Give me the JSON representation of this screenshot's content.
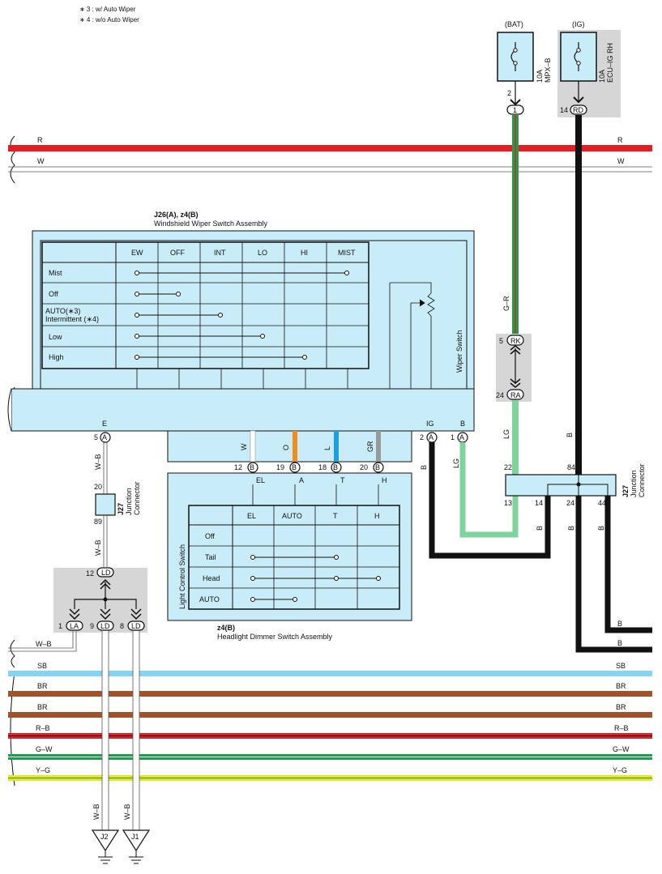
{
  "notes": [
    "∗ 3 : w/ Auto Wiper",
    "∗ 4 : w/o Auto Wiper"
  ],
  "fuses": [
    {
      "source": "(BAT)",
      "rating": "10A",
      "name": "MPX–B",
      "pin": "2",
      "pin_out": "1"
    },
    {
      "source": "(IG)",
      "rating": "10A",
      "name": "ECU–IG RH",
      "pin": "14",
      "pin_out": "RD"
    }
  ],
  "bus_wires": [
    {
      "label": "R",
      "color": "#e41e26"
    },
    {
      "label": "W",
      "color": "#ffffff"
    },
    {
      "label": "SB",
      "color": "#87d4f2"
    },
    {
      "label": "BR",
      "color": "#a0522d"
    },
    {
      "label": "BR",
      "color": "#a0522d"
    },
    {
      "label": "R–B",
      "color": "#e41e26"
    },
    {
      "label": "G–W",
      "color": "#1e9e4a"
    },
    {
      "label": "Y–G",
      "color": "#e8e41e"
    },
    {
      "label": "W–B",
      "color": "#ffffff"
    },
    {
      "label": "B",
      "color": "#111111"
    },
    {
      "label": "B",
      "color": "#111111"
    }
  ],
  "wiper_assembly": {
    "code": "J26(A), z4(B)",
    "name": "Windshield Wiper Switch Assembly",
    "side_label": "Wiper Switch",
    "columns": [
      "EW",
      "OFF",
      "INT",
      "LO",
      "HI",
      "MIST"
    ],
    "rows": [
      "Mist",
      "Off",
      "AUTO(∗3)",
      "Intermittent (∗4)",
      "Low",
      "High"
    ],
    "terminals": [
      {
        "name": "E",
        "pin": "5",
        "conn": "A"
      },
      {
        "name": "IG",
        "pin": "2",
        "conn": "A"
      },
      {
        "name": "B",
        "pin": "1",
        "conn": "A"
      }
    ]
  },
  "light_assembly": {
    "code": "z4(B)",
    "name": "Headlight Dimmer Switch Assembly",
    "side_label": "Light Control Switch",
    "columns": [
      "EL",
      "AUTO",
      "T",
      "H"
    ],
    "rows": [
      "Off",
      "Tail",
      "Head",
      "AUTO"
    ],
    "terminals": [
      {
        "wire": "W",
        "pin": "12",
        "conn": "B",
        "name": "EL"
      },
      {
        "wire": "O",
        "pin": "19",
        "conn": "B",
        "name": "A"
      },
      {
        "wire": "L",
        "pin": "18",
        "conn": "B",
        "name": "T"
      },
      {
        "wire": "GR",
        "pin": "20",
        "conn": "B",
        "name": "H"
      }
    ]
  },
  "wire_labels": {
    "w_b": "W–B",
    "g_r": "G–R",
    "lg": "LG",
    "b": "B"
  },
  "j27_left": {
    "code": "J27",
    "name": "Junction",
    "name2": "Connector",
    "pin_top": "20",
    "pin_bottom": "89"
  },
  "j27_right": {
    "code": "J27",
    "name": "Junction",
    "name2": "Connector",
    "pins": [
      "22",
      "84",
      "13",
      "14",
      "24",
      "44"
    ]
  },
  "connector_rk": {
    "pin_top": "5",
    "label_top": "RK",
    "pin_bottom": "24",
    "label_bottom": "RA"
  },
  "ld_splice": {
    "pin_in": "12",
    "label_in": "LD",
    "outs": [
      {
        "pin": "1",
        "label": "LA"
      },
      {
        "pin": "9",
        "label": "LD"
      },
      {
        "pin": "8",
        "label": "LD"
      }
    ]
  },
  "grounds": [
    "J2",
    "J1"
  ]
}
